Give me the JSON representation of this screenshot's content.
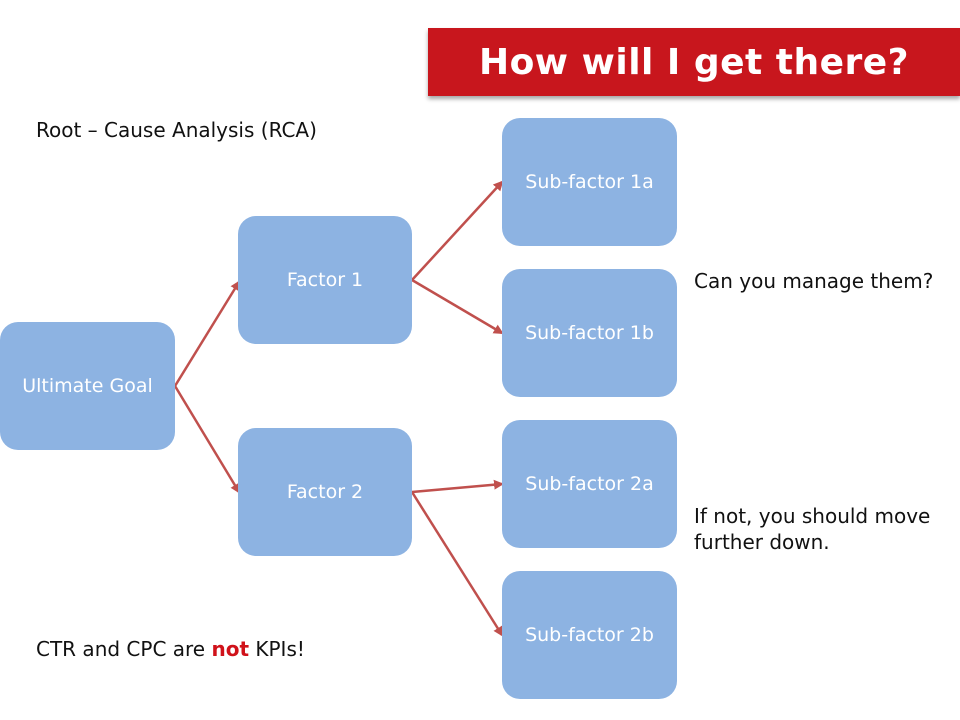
{
  "title": "How will I get there?",
  "subtitle": "Root – Cause Analysis (RCA)",
  "question": "Can you manage them?",
  "advice": "If not, you should move further down.",
  "footnote": {
    "before": "CTR and CPC are ",
    "emphasis": "not",
    "after": " KPIs!"
  },
  "diagram": {
    "root": "Ultimate Goal",
    "factor1": "Factor 1",
    "factor2": "Factor 2",
    "sub1a": "Sub-factor 1a",
    "sub1b": "Sub-factor 1b",
    "sub2a": "Sub-factor 2a",
    "sub2b": "Sub-factor 2b"
  },
  "colors": {
    "banner": "#c8161d",
    "node_fill": "#8db3e2",
    "connector": "#c0504d",
    "emphasis": "#d0121a"
  }
}
